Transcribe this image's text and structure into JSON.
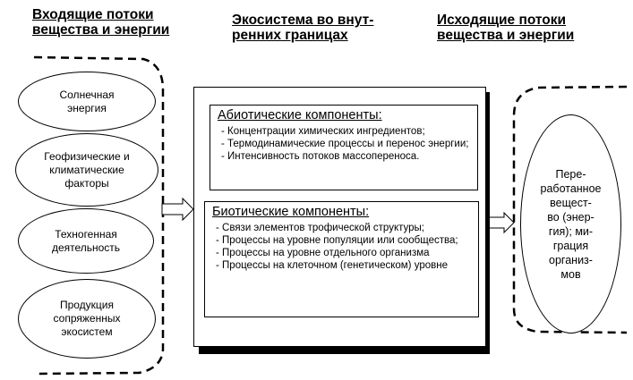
{
  "headers": {
    "inputs": [
      "Входящие потоки",
      "вещества и энергии"
    ],
    "ecosystem": [
      "Экосистема во внут-",
      "ренних границах"
    ],
    "outputs": [
      "Исходящие потоки",
      "вещества и энергии"
    ]
  },
  "inputs": [
    "Солнечная\nэнергия",
    "Геофизические и\nклиматические\nфакторы",
    "Техногенная\nдеятельность",
    "Продукция\nсопряженных\nэкосистем"
  ],
  "abiotic": {
    "title": "Абиотические компоненты:",
    "items": [
      "Концентрации химических ингредиентов;",
      "Термодинамические процессы и перенос энергии;",
      "Интенсивность потоков массопереноса."
    ]
  },
  "biotic": {
    "title": "Биотические компоненты:",
    "items": [
      "Связи элементов трофической структуры;",
      "Процессы на уровне популяции или сообщества;",
      "Процессы на уровне отдельного организма",
      "Процессы на клеточном (генетическом) уровне"
    ]
  },
  "output": "Пере-\nработанное\nвещест-\nво (энер-\nгия); ми-\nграция\nорганиз-\nмов"
}
